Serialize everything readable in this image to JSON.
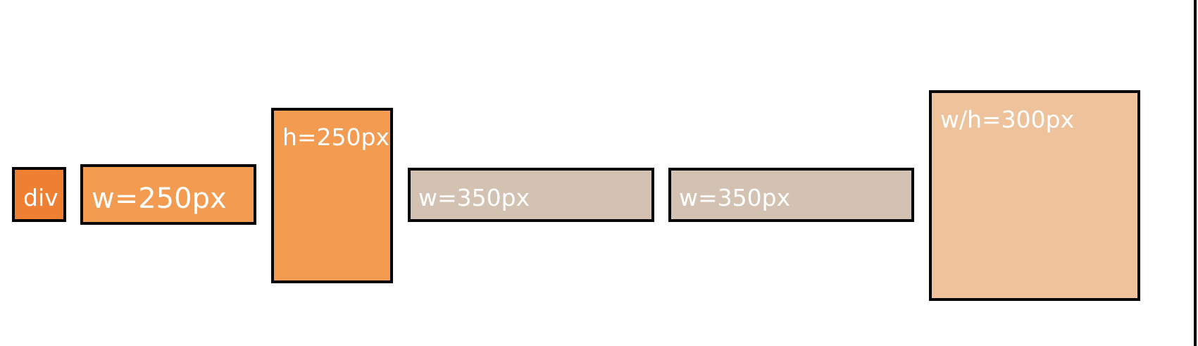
{
  "boxes": [
    {
      "label": "div",
      "color": "#ef7f32"
    },
    {
      "label": "w=250px",
      "color": "#f29b51"
    },
    {
      "label": "h=250px",
      "color": "#f29b51"
    },
    {
      "label": "w=350px",
      "color": "#d3c2b1"
    },
    {
      "label": "w=350px",
      "color": "#d3c2b1"
    },
    {
      "label": "w/h=300px",
      "color": "#eec29b"
    }
  ],
  "colors": {
    "border": "#000000",
    "text": "#ffffff",
    "background": "#ffffff"
  }
}
